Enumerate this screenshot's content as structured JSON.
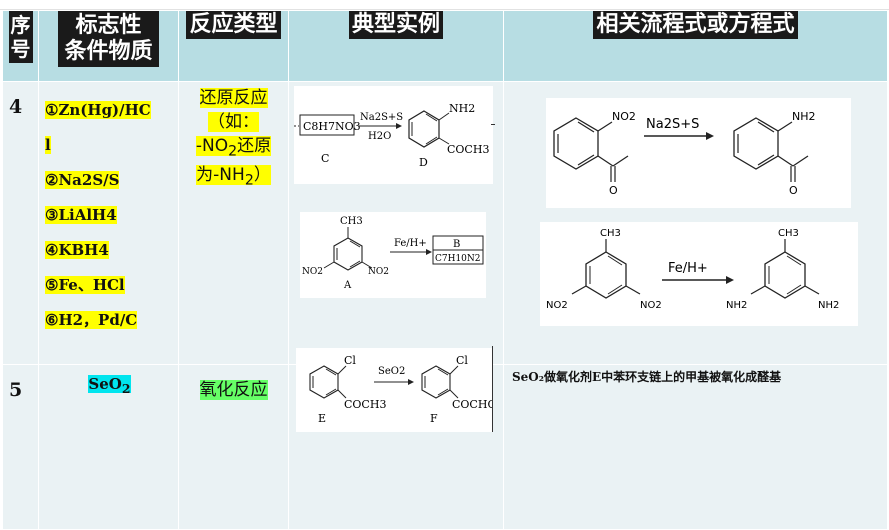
{
  "header": {
    "col1": [
      "序",
      "号"
    ],
    "col2": [
      "标志性",
      "条件物质"
    ],
    "col3": "反应类型",
    "col4": "典型实例",
    "col5": "相关流程式或方程式"
  },
  "rows": [
    {
      "num": "4",
      "conditions": [
        "①Zn(Hg)/HC",
        "l",
        "②Na2S/S",
        "③LiAlH4",
        "④KBH4",
        "⑤Fe、HCl",
        "⑥H2，Pd/C"
      ],
      "reaction_type": [
        "还原反应",
        "（如：",
        "-NO",
        "2",
        "还原",
        "为-NH",
        "2",
        "）"
      ],
      "example1": {
        "reactant": "C8H7NO3",
        "reagent_top": "Na2S+S",
        "reagent_bottom": "H2O",
        "label_left": "C",
        "label_right": "D",
        "group_amine": "NH2",
        "group_acyl": "COCH3"
      },
      "example2": {
        "methyl": "CH3",
        "nitro": "NO2",
        "label": "A",
        "reagent": "Fe/H+",
        "product_label": "B",
        "product_formula": "C7H10N2"
      },
      "equation1": {
        "nitro": "NO2",
        "reagent": "Na2S+S",
        "amine": "NH2",
        "oxygen": "O"
      },
      "equation2": {
        "methyl": "CH3",
        "nitro": "NO2",
        "reagent": "Fe/H+",
        "amine": "NH2"
      }
    },
    {
      "num": "5",
      "conditions": [
        "SeO",
        "2"
      ],
      "reaction_type": "氧化反应",
      "example": {
        "cl": "Cl",
        "reagent": "SeO2",
        "acyl": "COCH3",
        "product_acyl": "COCHO",
        "label_left": "E",
        "label_right": "F"
      },
      "equation_text": "SeO₂做氧化剂E中苯环支链上的甲基被氧化成醛基"
    }
  ]
}
